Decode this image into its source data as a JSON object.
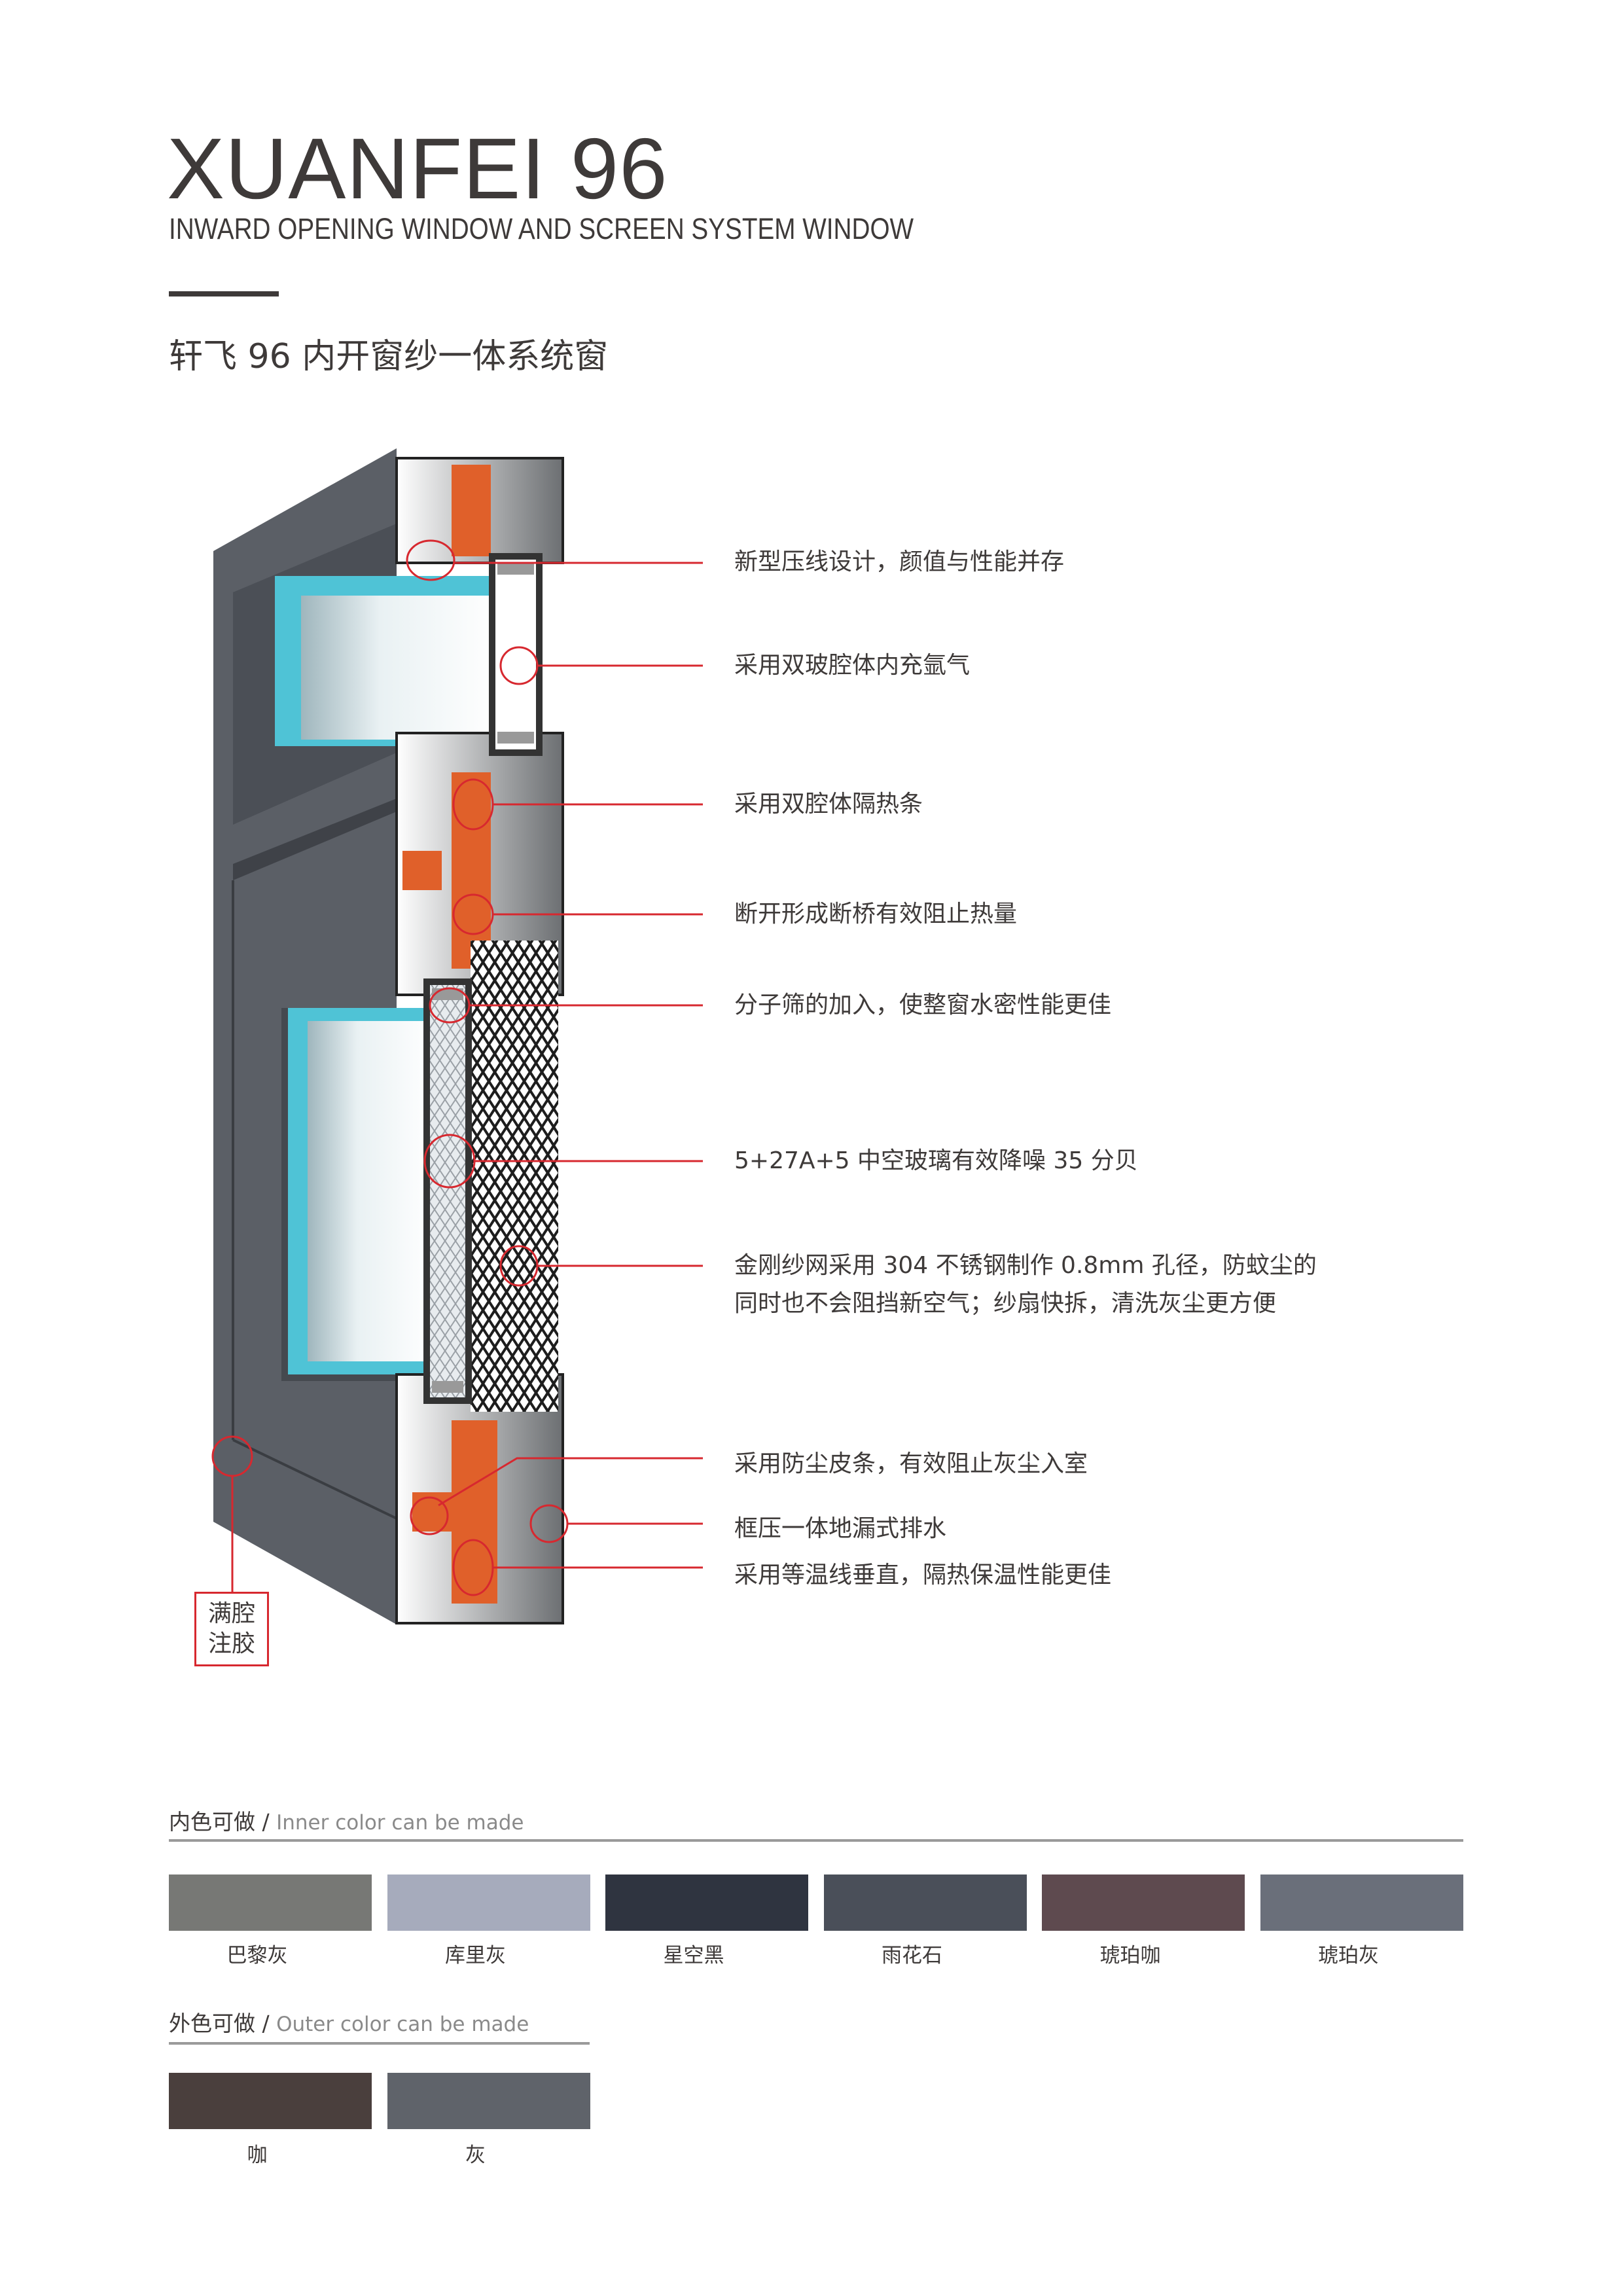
{
  "header": {
    "title": "XUANFEI  96",
    "subtitle": "INWARD OPENING WINDOW AND SCREEN SYSTEM WINDOW",
    "cn_title": "轩飞 96 内开窗纱一体系统窗"
  },
  "callouts": [
    "新型压线设计，颜值与性能并存",
    "采用双玻腔体内充氩气",
    "采用双腔体隔热条",
    "断开形成断桥有效阻止热量",
    "分子筛的加入，使整窗水密性能更佳",
    "5+27A+5 中空玻璃有效降噪 35 分贝",
    "金刚纱网采用 304 不锈钢制作 0.8mm 孔径，防蚊尘的",
    "同时也不会阻挡新空气；纱扇快拆，清洗灰尘更方便",
    "采用防尘皮条，有效阻止灰尘入室",
    "框压一体地漏式排水",
    "采用等温线垂直，隔热保温性能更佳"
  ],
  "glue_label": {
    "line1": "满腔",
    "line2": "注胶"
  },
  "colors": {
    "accent": "#d7282f",
    "text": "#3e3a39",
    "seal": "#4fc3d6",
    "thermal_break": "#e0602a"
  },
  "inner_colors": {
    "title_cn": "内色可做 / ",
    "title_en": "Inner color can be made",
    "items": [
      {
        "name": "巴黎灰",
        "color": "#777875"
      },
      {
        "name": "库里灰",
        "color": "#a6abbc"
      },
      {
        "name": "星空黑",
        "color": "#2f3440"
      },
      {
        "name": "雨花石",
        "color": "#4a4f59"
      },
      {
        "name": "琥珀咖",
        "color": "#5e4a4f"
      },
      {
        "name": "琥珀灰",
        "color": "#6a6f7a"
      }
    ]
  },
  "outer_colors": {
    "title_cn": "外色可做 / ",
    "title_en": "Outer color can be made",
    "items": [
      {
        "name": "咖",
        "color": "#4a3f3d"
      },
      {
        "name": "灰",
        "color": "#5f636a"
      }
    ]
  }
}
